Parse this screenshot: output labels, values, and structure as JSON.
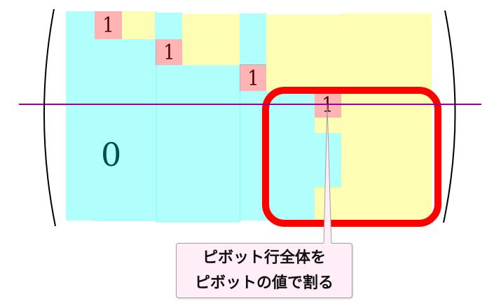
{
  "diagram": {
    "title": "Gaussian elimination pivot row normalization",
    "matrix": {
      "pivots": [
        {
          "label": "1",
          "row": 1
        },
        {
          "label": "1",
          "row": 2
        },
        {
          "label": "1",
          "row": 3
        },
        {
          "label": "1",
          "row": 4
        }
      ],
      "zero_label": "0"
    },
    "callout": {
      "line1": "ピボット行全体を",
      "line2": "ピボットの値で割る"
    },
    "colors": {
      "lower_zero_region": "#b0fffc",
      "upper_region": "#fdfeb3",
      "pivot": "#ffb3b3",
      "highlight_box": "#ff0000",
      "pivot_row_line": "#990099",
      "callout_bg": "#ffeef8"
    }
  }
}
